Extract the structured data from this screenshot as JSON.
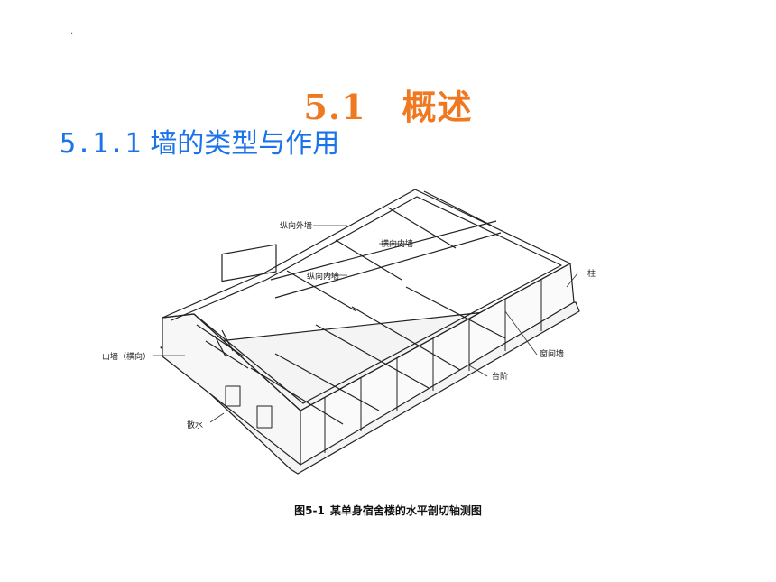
{
  "header": {
    "dot": ".",
    "section_number": "5.1",
    "section_title": "概述",
    "subsection_number": "5.1.1",
    "subsection_title": "墙的类型与作用"
  },
  "figure": {
    "labels": {
      "longitudinal_outer_wall": "纵向外墙",
      "transverse_inner_wall": "横向内墙",
      "longitudinal_inner_wall": "纵向内墙",
      "column": "柱",
      "gable_wall": "山墙（横向）",
      "window_pier_wall": "窗间墙",
      "steps": "台阶",
      "apron": "散水"
    },
    "caption_number": "图5-1",
    "caption_text": "某单身宿舍楼的水平剖切轴测图"
  }
}
